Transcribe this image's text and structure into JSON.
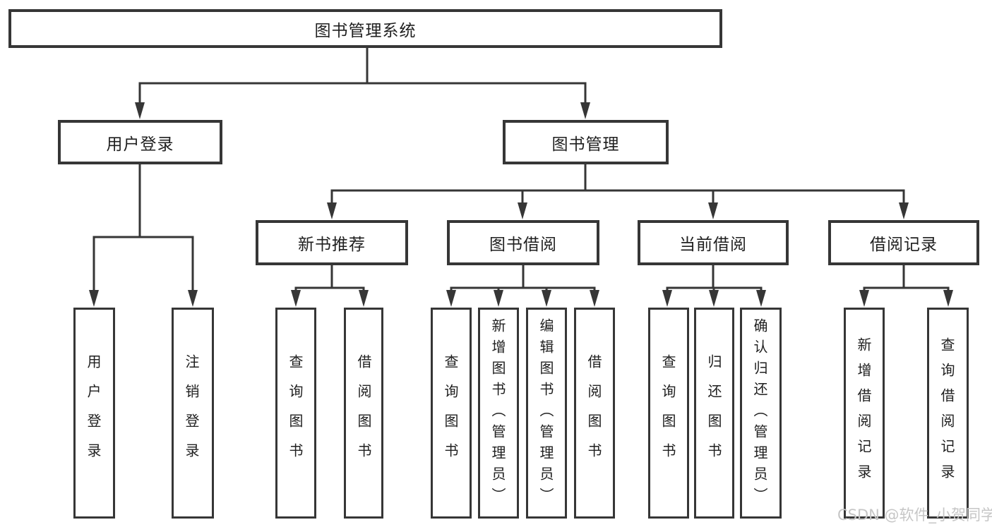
{
  "diagram": {
    "root": {
      "label": "图书管理系统"
    },
    "level1": [
      {
        "label": "用户登录"
      },
      {
        "label": "图书管理"
      }
    ],
    "level2": [
      {
        "label": "新书推荐"
      },
      {
        "label": "图书借阅"
      },
      {
        "label": "当前借阅"
      },
      {
        "label": "借阅记录"
      }
    ],
    "leaves": {
      "user_login": [
        {
          "label": "用户登录"
        },
        {
          "label": "注销登录"
        }
      ],
      "new_books": [
        {
          "label": "查询图书"
        },
        {
          "label": "借阅图书"
        }
      ],
      "book_borrow": [
        {
          "label": "查询图书"
        },
        {
          "label": "新增图书（管理员）"
        },
        {
          "label": "编辑图书（管理员）"
        },
        {
          "label": "借阅图书"
        }
      ],
      "current_borrow": [
        {
          "label": "查询图书"
        },
        {
          "label": "归还图书"
        },
        {
          "label": "确认归还（管理员）"
        }
      ],
      "borrow_records": [
        {
          "label": "新增借阅记录"
        },
        {
          "label": "查询借阅记录"
        }
      ]
    }
  },
  "watermark": {
    "text": "CSDN @软件_小贺同学"
  },
  "colors": {
    "line": "#363636",
    "text": "#1f1f1f",
    "watermark": "#c6c6c6",
    "background": "#ffffff"
  }
}
